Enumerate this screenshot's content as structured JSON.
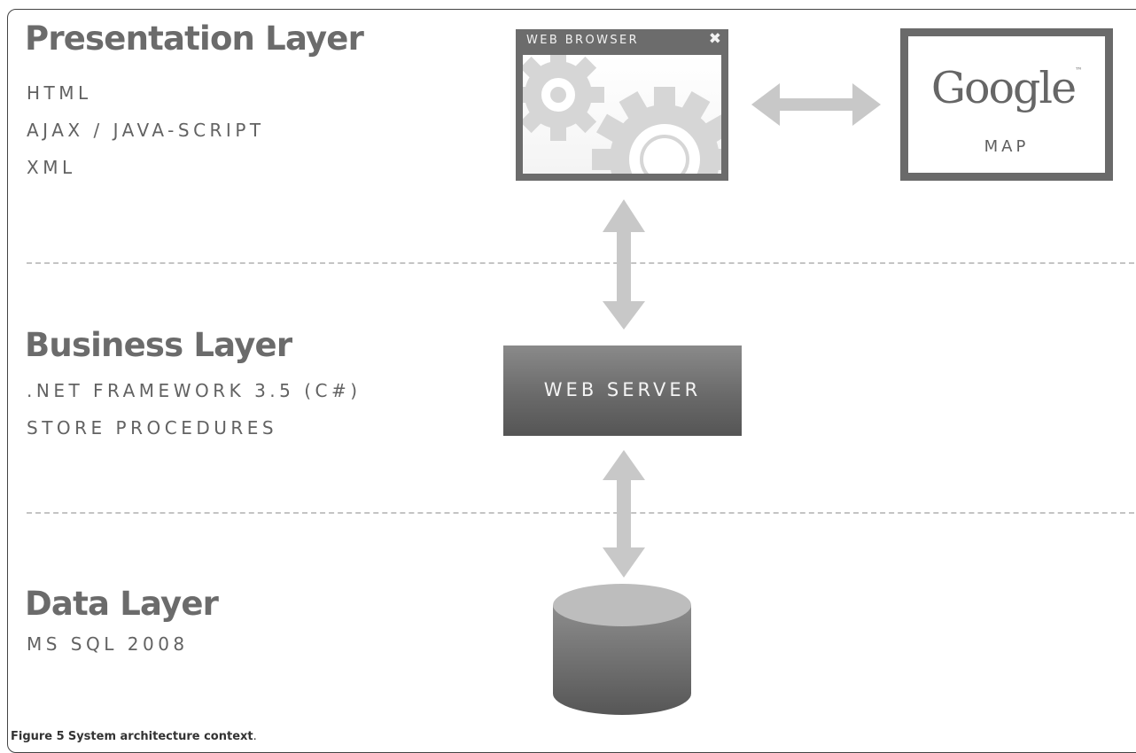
{
  "layers": [
    {
      "title": "Presentation Layer",
      "items": [
        "HTML",
        "AJAX / JAVA-SCRIPT",
        "XML"
      ]
    },
    {
      "title": "Business Layer",
      "items": [
        ".NET FRAMEWORK 3.5 (C#)",
        "STORE PROCEDURES"
      ]
    },
    {
      "title": "Data Layer",
      "items": [
        "MS SQL 2008"
      ]
    }
  ],
  "browser": {
    "title": "WEB BROWSER",
    "close_glyph": "✖",
    "icon": "gears-icon"
  },
  "map_service": {
    "logo": "Google",
    "trademark": "™",
    "label": "MAP"
  },
  "server": {
    "label": "WEB SERVER"
  },
  "database": {
    "icon": "database-cylinder-icon"
  },
  "caption": {
    "label": "Figure 5",
    "text": "System architecture context",
    "end": "."
  },
  "colors": {
    "text_gray": "#6b6b6b",
    "box_dark": "#6a6a6a",
    "arrow_gray": "#c8c8c8",
    "divider": "#c4c4c4"
  }
}
